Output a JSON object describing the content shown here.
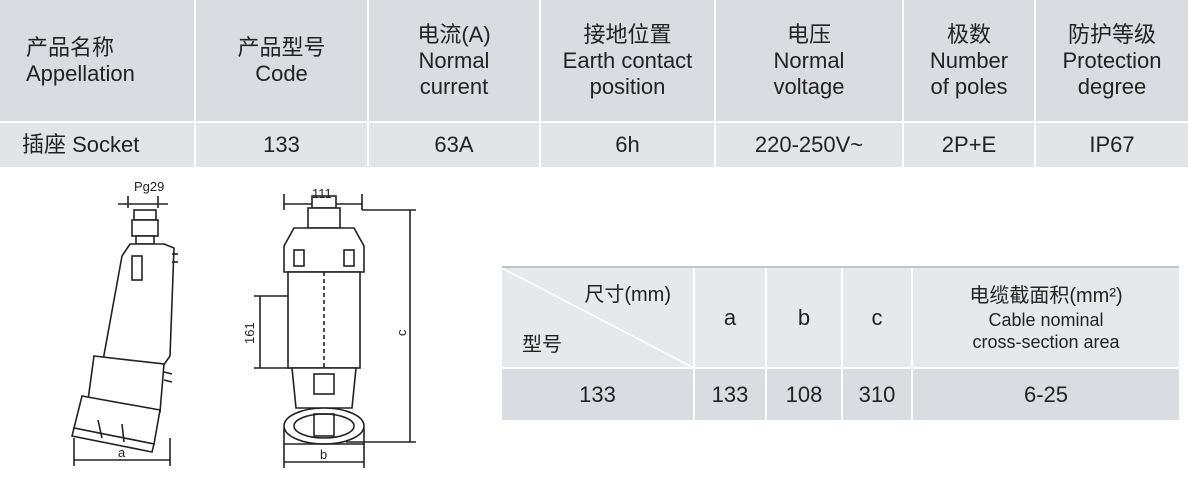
{
  "spec_table": {
    "headers": [
      {
        "cn": "产品名称",
        "en": [
          "Appellation"
        ]
      },
      {
        "cn": "产品型号",
        "en": [
          "Code"
        ]
      },
      {
        "cn": "电流(A)",
        "en": [
          "Normal",
          "current"
        ]
      },
      {
        "cn": "接地位置",
        "en": [
          "Earth contact",
          "position"
        ]
      },
      {
        "cn": "电压",
        "en": [
          "Normal",
          "voltage"
        ]
      },
      {
        "cn": "极数",
        "en": [
          "Number",
          "of poles"
        ]
      },
      {
        "cn": "防护等级",
        "en": [
          "Protection",
          "degree"
        ]
      }
    ],
    "row": [
      "插座 Socket",
      "133",
      "63A",
      "6h",
      "220-250V~",
      "2P+E",
      "IP67"
    ]
  },
  "drawing_side": {
    "label_gland": "Pg29",
    "label_a": "a"
  },
  "drawing_front": {
    "label_width": "111",
    "label_height": "161",
    "label_c": "c",
    "label_b": "b"
  },
  "dim_table": {
    "corner_top": "尺寸(mm)",
    "corner_bottom": "型号",
    "col_a": "a",
    "col_b": "b",
    "col_c": "c",
    "cable_cn": "电缆截面积(mm²)",
    "cable_en_1": "Cable nominal",
    "cable_en_2": "cross-section area",
    "row": [
      "133",
      "133",
      "108",
      "310",
      "6-25"
    ]
  },
  "colors": {
    "header_bg": "#d9dde1",
    "row_bg": "#e2e5e8",
    "accent_rule": "#b9c4cc"
  }
}
